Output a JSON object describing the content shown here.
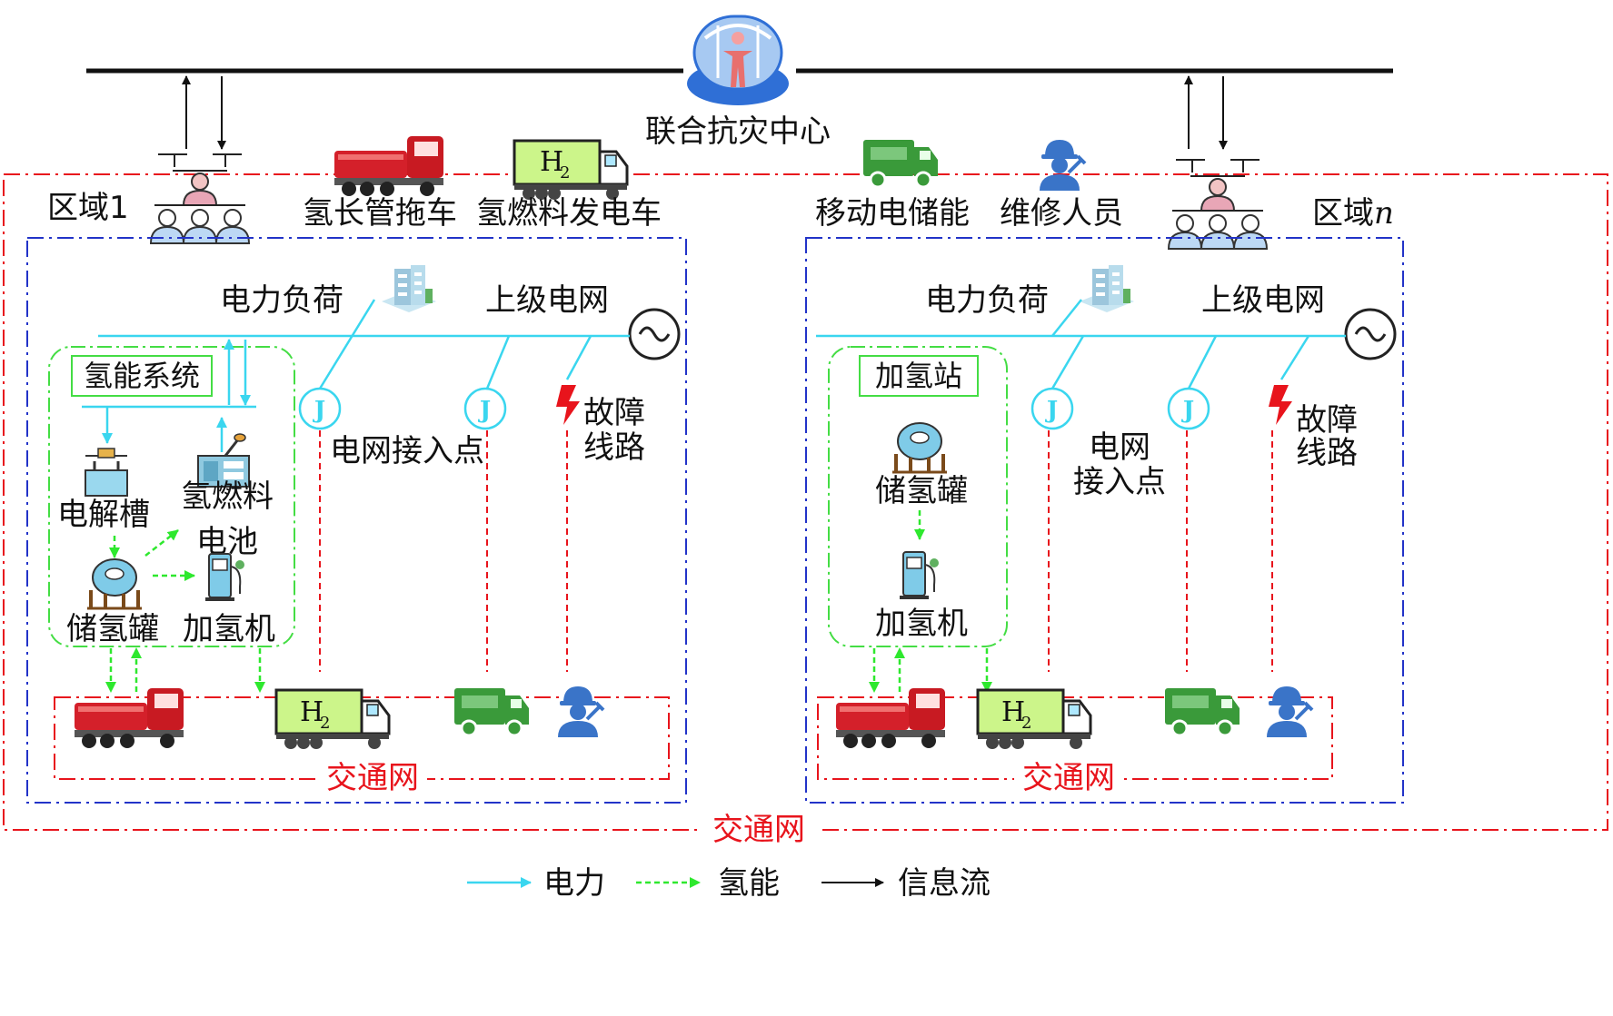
{
  "colors": {
    "power": "#3ad6ef",
    "hydrogen": "#2ee82e",
    "info": "#111111",
    "traffic": "#e8141c",
    "region": "#2233c8",
    "subsystem": "#44dd44",
    "truck": "#d4202a",
    "green_truck": "#3a9a3a",
    "h2_box": "#ccf58a",
    "worker": "#3a74c8"
  },
  "center": {
    "label": "联合抗灾中心",
    "icon": "disaster-center-icon"
  },
  "top_vehicles": [
    {
      "label": "氢长管拖车",
      "icon": "hydrogen-tube-trailer-icon"
    },
    {
      "label": "氢燃料发电车",
      "icon": "hydrogen-fuel-generator-truck-icon",
      "badge": "H",
      "badge_sub": "2"
    },
    {
      "label": "移动电储能",
      "icon": "mobile-energy-storage-truck-icon"
    },
    {
      "label": "维修人员",
      "icon": "repair-worker-icon"
    }
  ],
  "outer_network": {
    "label": "交通网"
  },
  "region1": {
    "label": "区域1",
    "load_label": "电力负荷",
    "grid_label": "上级电网",
    "subsystem_label": "氢能系统",
    "electrolyzer_label": "电解槽",
    "fuel_cell_label_line1": "氢燃料",
    "fuel_cell_label_line2": "电池",
    "tank_label": "储氢罐",
    "dispenser_label": "加氢机",
    "junction_letter": "J",
    "access_label": "电网接入点",
    "fault_line1": "故障",
    "fault_line2": "线路",
    "traffic_label": "交通网",
    "h2_badge": "H",
    "h2_badge_sub": "2"
  },
  "regionn": {
    "label_prefix": "区域",
    "label_suffix": "n",
    "load_label": "电力负荷",
    "grid_label": "上级电网",
    "subsystem_label": "加氢站",
    "tank_label": "储氢罐",
    "dispenser_label": "加氢机",
    "junction_letter": "J",
    "access_line1": "电网",
    "access_line2": "接入点",
    "fault_line1": "故障",
    "fault_line2": "线路",
    "traffic_label": "交通网",
    "h2_badge": "H",
    "h2_badge_sub": "2"
  },
  "legend": [
    {
      "label": "电力",
      "style": "power"
    },
    {
      "label": "氢能",
      "style": "hydrogen"
    },
    {
      "label": "信息流",
      "style": "info"
    }
  ]
}
